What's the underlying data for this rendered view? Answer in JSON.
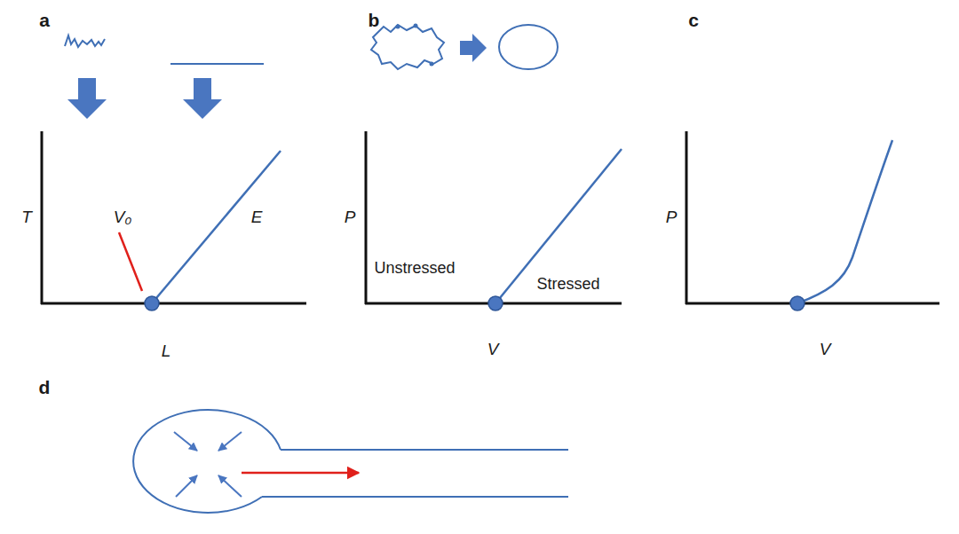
{
  "diagram": {
    "labels": [
      "a",
      "b",
      "c",
      "d",
      "T",
      "V₀",
      "E",
      "L",
      "P",
      "Unstressed",
      "Stressed",
      "V",
      "P",
      "V"
    ]
  }
}
